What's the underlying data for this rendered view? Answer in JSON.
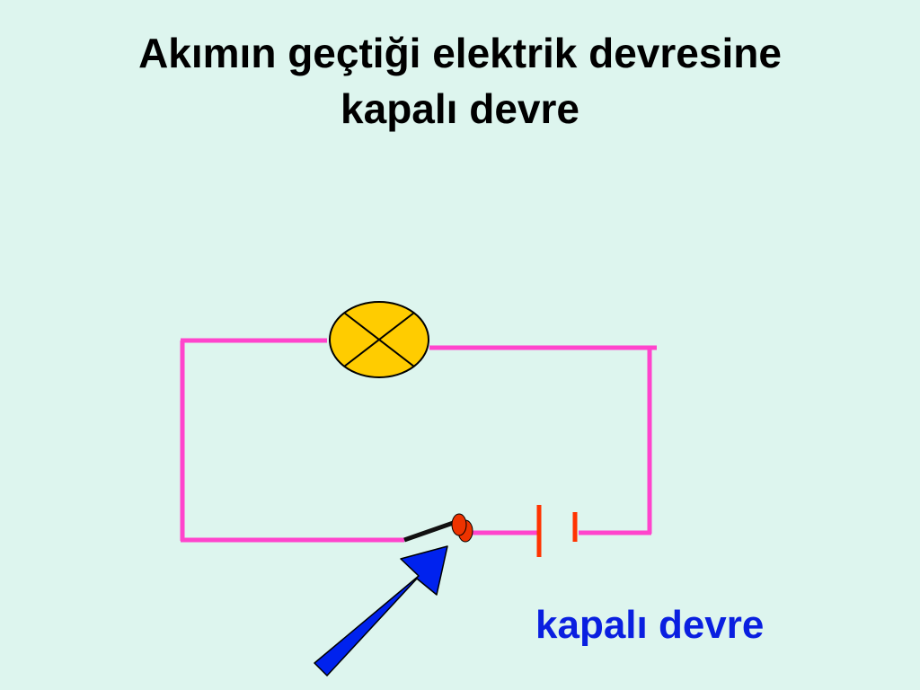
{
  "slide": {
    "title_line1": "Akımın geçtiği elektrik devresine",
    "title_line2": "kapalı devre",
    "caption": "kapalı devre"
  },
  "colors": {
    "background": "#DDF5EE",
    "wire": "#FF44CC",
    "lamp_fill": "#FFCC00",
    "battery": "#FF3300",
    "switch_lever": "#111111",
    "switch_contact": "#EE3300",
    "arrow": "#0022EE",
    "caption_text": "#0A1FE0"
  },
  "diagram": {
    "components": [
      "lamp",
      "battery",
      "switch",
      "pointer-arrow"
    ],
    "circuit_state": "closed"
  }
}
